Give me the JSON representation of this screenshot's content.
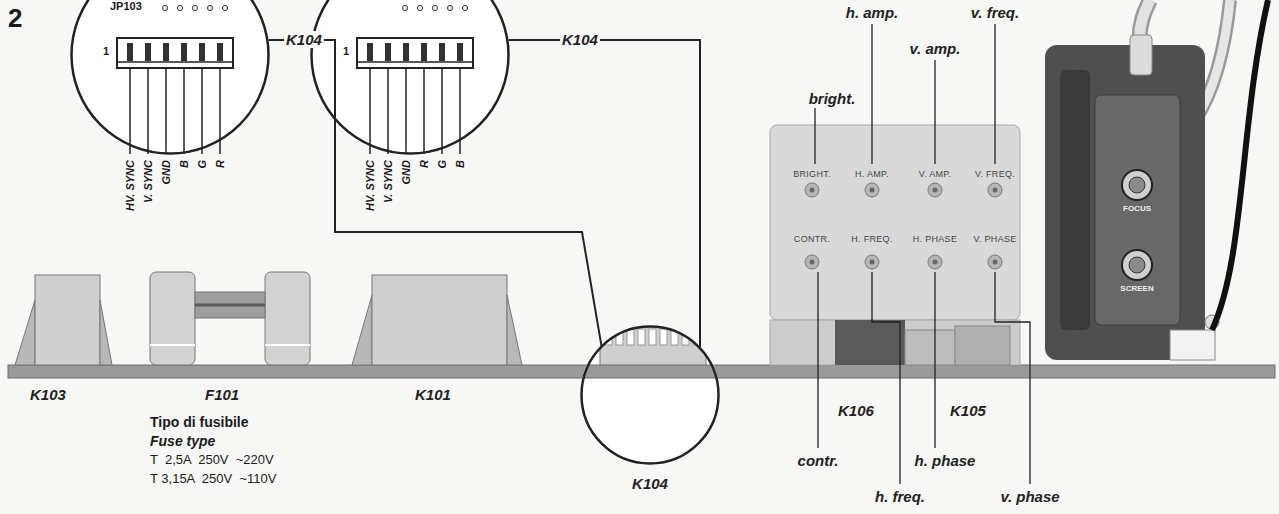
{
  "diagram": {
    "nodes": [
      {
        "text": [
          "JP103",
          "1",
          "HV. SYNC",
          "V. SYNC",
          "GND",
          "B",
          "G",
          "R"
        ]
      },
      {
        "text": [
          "1",
          "HV. SYNC",
          "V. SYNC",
          "GND",
          "R",
          "G",
          "B"
        ]
      },
      {
        "text": [
          "K104"
        ]
      },
      {
        "text": [
          "BRIGHT.",
          "H. AMP.",
          "V. AMP.",
          "V. FREQ.",
          "CONTR.",
          "H. FREQ.",
          "H. PHASE",
          "V. PHASE"
        ]
      },
      {
        "text": [
          "FOCUS",
          "SCREEN"
        ]
      }
    ],
    "edges": [
      {
        "from": 0,
        "to": 2,
        "arrow": "none",
        "label": "K104"
      },
      {
        "from": 1,
        "to": 2,
        "arrow": "none",
        "label": "K104"
      }
    ],
    "labels": [
      "2",
      "K103",
      "F101",
      "K101",
      "K106",
      "K105",
      "bright.",
      "h. amp.",
      "v. amp.",
      "v. freq.",
      "contr.",
      "h. freq.",
      "h. phase",
      "v. phase",
      "Tipo di fusibile",
      "Fuse type",
      "T  2,5A  250V  ~220V",
      "T 3,15A  250V  ~110V"
    ]
  }
}
